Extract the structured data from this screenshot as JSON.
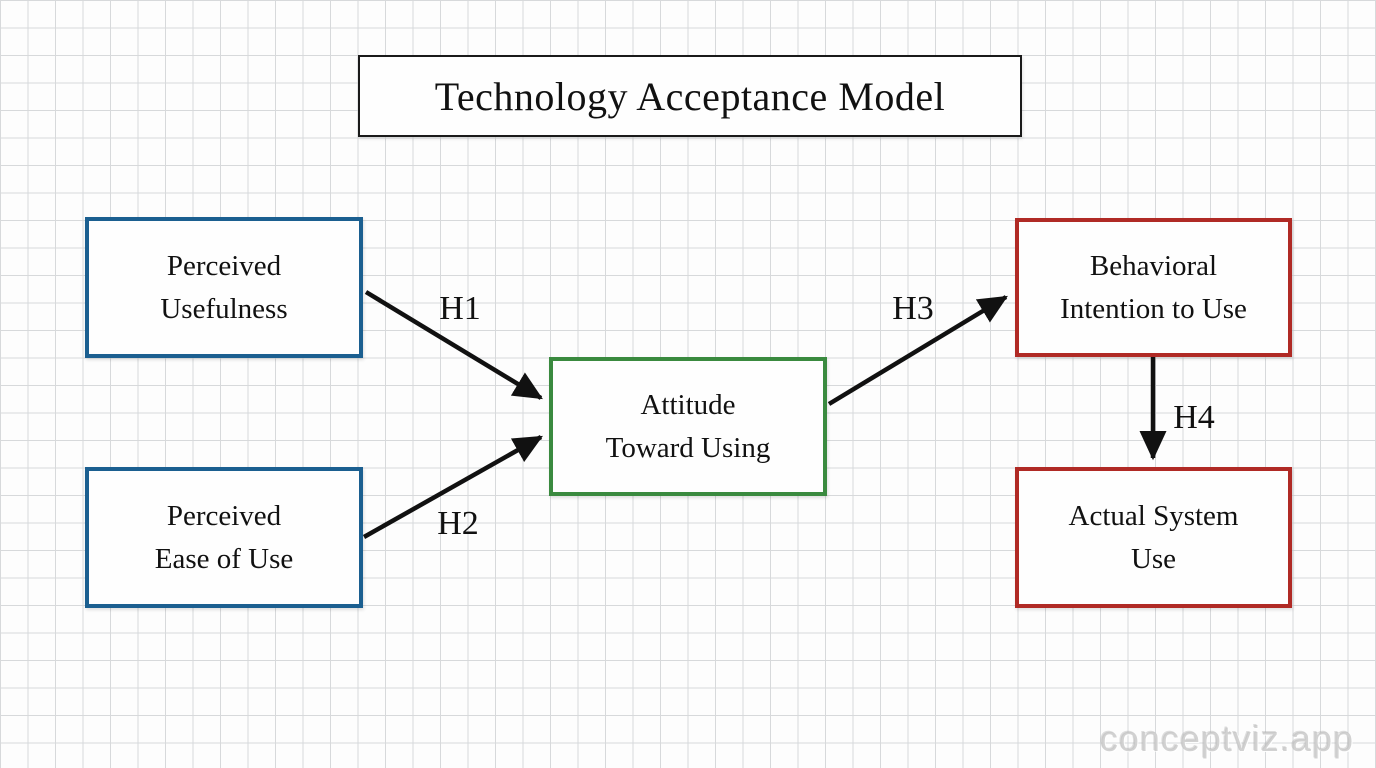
{
  "title": "Technology Acceptance Model",
  "watermark": "conceptviz.app",
  "colors": {
    "blue_border": "#1b5f90",
    "green_border": "#3a8a3f",
    "red_border": "#b02a25",
    "title_border": "#1a1a1a",
    "arrow": "#111111",
    "grid_line": "#d7d9db",
    "background": "#fdfdfd"
  },
  "nodes": [
    {
      "id": "perceived-usefulness",
      "label": "Perceived\nUsefulness",
      "border_color": "#1b5f90"
    },
    {
      "id": "perceived-ease-of-use",
      "label": "Perceived\nEase of Use",
      "border_color": "#1b5f90"
    },
    {
      "id": "attitude-toward-using",
      "label": "Attitude\nToward Using",
      "border_color": "#3a8a3f"
    },
    {
      "id": "behavioral-intention-to-use",
      "label": "Behavioral\nIntention to Use",
      "border_color": "#b02a25"
    },
    {
      "id": "actual-system-use",
      "label": "Actual System\nUse",
      "border_color": "#b02a25"
    }
  ],
  "edges": [
    {
      "id": "h1",
      "label": "H1",
      "from": "perceived-usefulness",
      "to": "attitude-toward-using"
    },
    {
      "id": "h2",
      "label": "H2",
      "from": "perceived-ease-of-use",
      "to": "attitude-toward-using"
    },
    {
      "id": "h3",
      "label": "H3",
      "from": "attitude-toward-using",
      "to": "behavioral-intention-to-use"
    },
    {
      "id": "h4",
      "label": "H4",
      "from": "behavioral-intention-to-use",
      "to": "actual-system-use"
    }
  ]
}
